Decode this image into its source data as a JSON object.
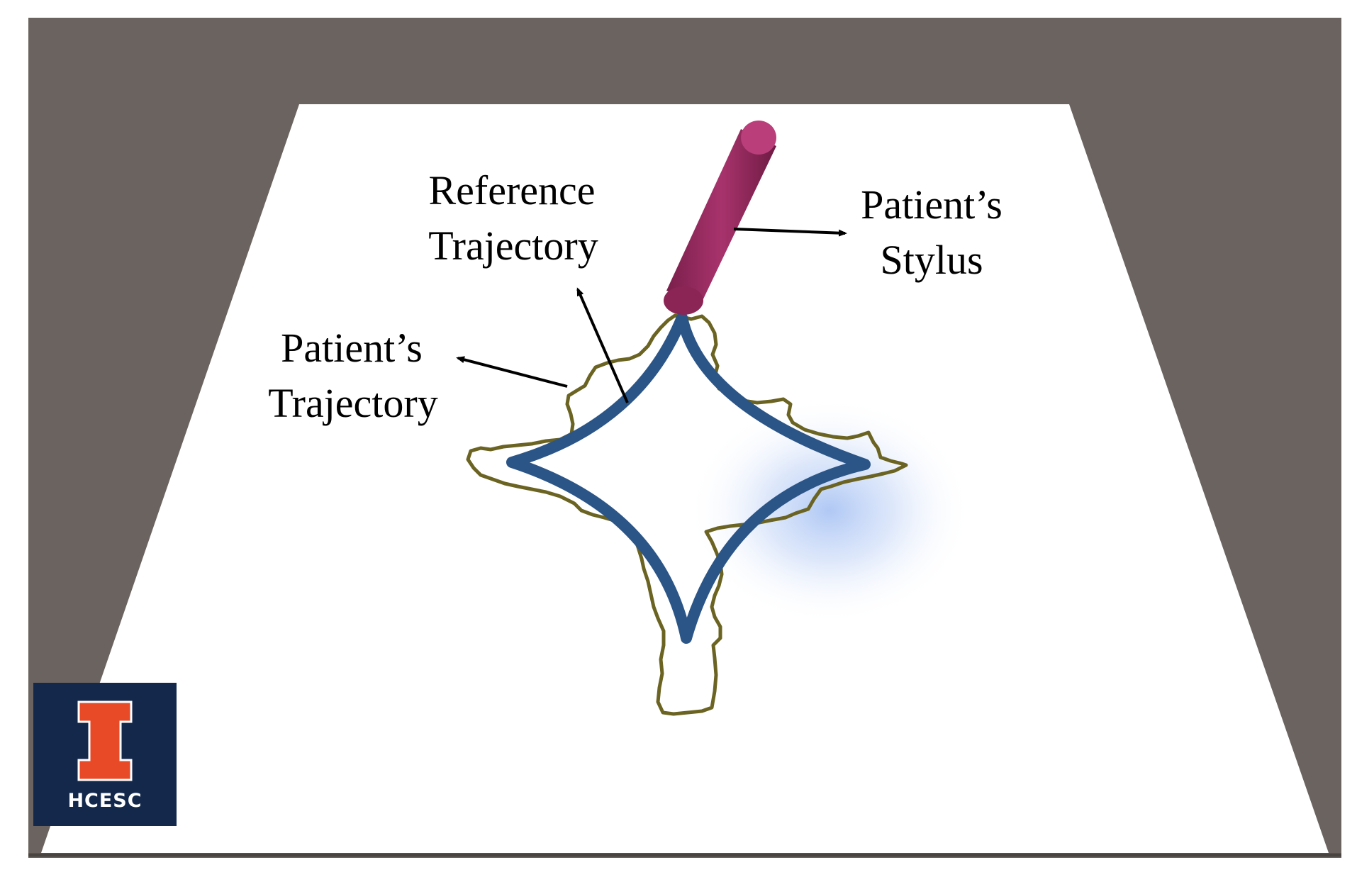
{
  "labels": {
    "reference_line1": "Reference",
    "reference_line2": "Trajectory",
    "patient_traj_line1": "Patient’s",
    "patient_traj_line2": "Trajectory",
    "stylus_line1": "Patient’s",
    "stylus_line2": "Stylus"
  },
  "logo": {
    "text": "HCESC"
  },
  "colors": {
    "background_wall": "#6b635f",
    "table_surface": "#ffffff",
    "reference_trajectory": "#2b5587",
    "patient_trajectory": "#6b6322",
    "stylus": "#8e2a5a",
    "logo_bg": "#13284b",
    "logo_mark": "#e84a27",
    "glow": "#6f9bec"
  }
}
